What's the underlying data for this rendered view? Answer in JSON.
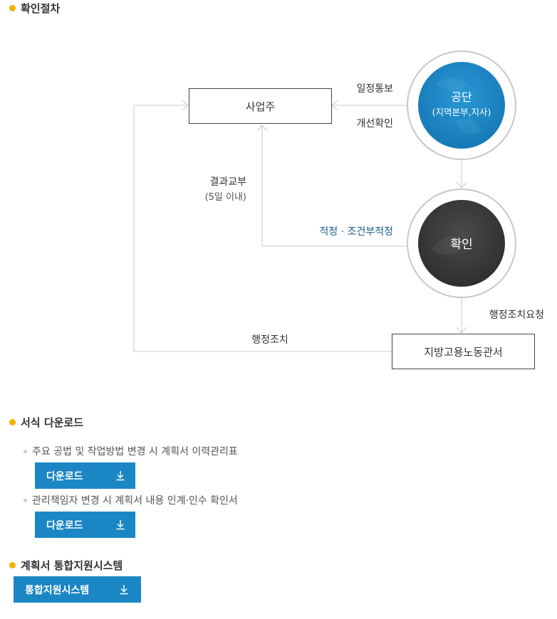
{
  "sections": {
    "procedure_title": "확인절차",
    "download_title": "서식 다운로드",
    "system_title": "계획서 통합지원시스템"
  },
  "diagram": {
    "employer": "사업주",
    "agency_line1": "공단",
    "agency_line2": "(지역본부,지사)",
    "confirm": "확인",
    "labor_office": "지방고용노동관서",
    "schedule_notice": "일정통보",
    "improvement_check": "개선확인",
    "result_delivery_line1": "결과교부",
    "result_delivery_line2": "(5일 이내)",
    "suitable": "적정 · 조건부적정",
    "admin_request": "행정조치요청",
    "admin_action": "행정조치",
    "colors": {
      "agency": "#1b86c4",
      "confirm": "#3c3c3c",
      "suitable_text": "#1a5c8a",
      "line": "#c8c8c8"
    }
  },
  "downloads": [
    {
      "label": "주요 공법 및 작업방법 변경 시 계획서 이력관리표",
      "button": "다운로드",
      "icon": "download-icon"
    },
    {
      "label": "관리책임자 변경 시 계획서 내용 인계·인수 확인서",
      "button": "다운로드",
      "icon": "download-icon"
    }
  ],
  "system_button": "통합지원시스템",
  "accent_color": "#f2b300",
  "button_color": "#1b86c4"
}
